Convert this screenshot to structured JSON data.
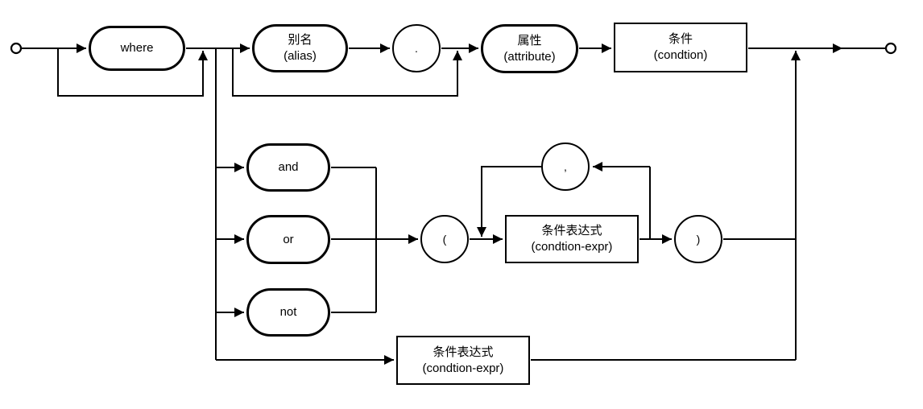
{
  "diagram": {
    "background": "#ffffff",
    "line_color": "#000000",
    "node_fill": "#ffffff",
    "node_border_color": "#000000",
    "text_color": "#000000"
  },
  "nodes": {
    "where": {
      "label": "where"
    },
    "alias": {
      "label_zh": "别名",
      "label_en": "(alias)"
    },
    "dot": {
      "label": "."
    },
    "attribute": {
      "label_zh": "属性",
      "label_en": "(attribute)"
    },
    "condition": {
      "label_zh": "条件",
      "label_en": "(condtion)"
    },
    "and": {
      "label": "and"
    },
    "or": {
      "label": "or"
    },
    "not": {
      "label": "not"
    },
    "open_paren": {
      "label": "("
    },
    "comma": {
      "label": ","
    },
    "condition_expr": {
      "label_zh": "条件表达式",
      "label_en": "(condtion-expr)"
    },
    "close_paren": {
      "label": ")"
    },
    "condition_expr_bottom": {
      "label_zh": "条件表达式",
      "label_en": "(condtion-expr)"
    }
  }
}
